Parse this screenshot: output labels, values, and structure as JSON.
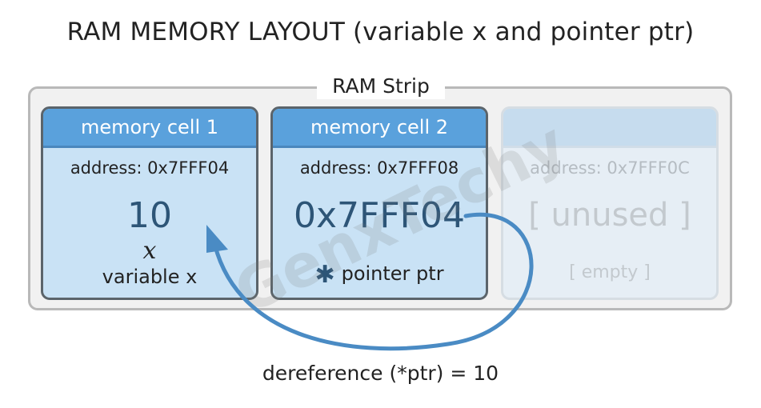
{
  "title": "RAM MEMORY LAYOUT (variable x and pointer ptr)",
  "strip_label": "RAM Strip",
  "cells": [
    {
      "header": "memory cell 1",
      "address": "address: 0x7FFF04",
      "value": "10",
      "symbol": "x",
      "label": "variable x"
    },
    {
      "header": "memory cell 2",
      "address": "address: 0x7FFF08",
      "value": "0x7FFF04",
      "symbol": "✱",
      "label": "pointer ptr"
    },
    {
      "header": "",
      "address": "address: 0x7FFF0C",
      "value": "[ unused ]",
      "label": "[ empty ]"
    }
  ],
  "caption": "dereference (*ptr) = 10",
  "watermark": "GenxTechy",
  "colors": {
    "header_blue": "#5aa1dc",
    "cell_fill": "#c9e2f5",
    "arrow_blue": "#4a8bc4",
    "value_text": "#2d5577"
  }
}
